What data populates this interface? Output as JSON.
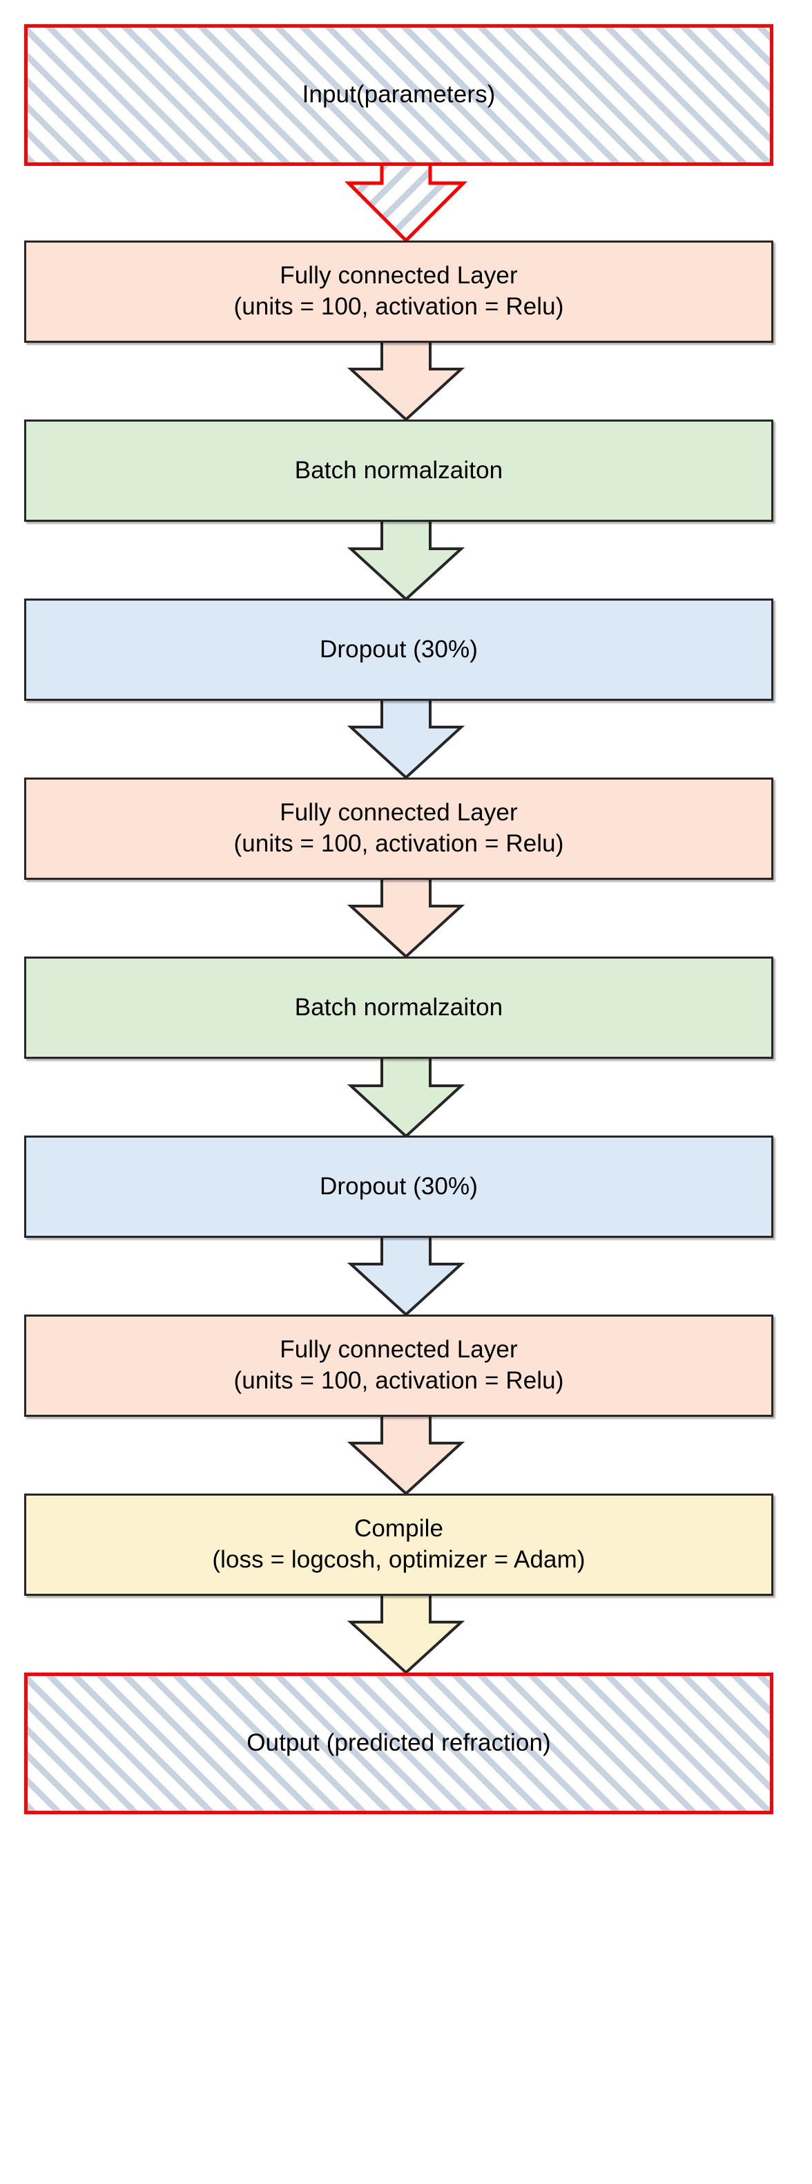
{
  "diagram": {
    "title": "Neural network model architecture flowchart",
    "type": "flowchart",
    "orientation": "top-to-bottom",
    "colors": {
      "terminal_border": "#fe0000",
      "terminal_hatch": "#c7d3df",
      "dense_fill": "#fce3d5",
      "batchnorm_fill": "#dbedd5",
      "dropout_fill": "#dbe9f7",
      "compile_fill": "#fdf2cf",
      "node_border": "#262626",
      "text": "#000000",
      "background": "#ffffff"
    },
    "nodes": [
      {
        "id": "input",
        "kind": "terminal",
        "style": "hatched",
        "label": "Input(parameters)"
      },
      {
        "id": "dense-1",
        "kind": "dense",
        "style": "fill-peach",
        "label": "Fully connected Layer\n(units = 100, activation = Relu)"
      },
      {
        "id": "batchnorm-1",
        "kind": "batchnorm",
        "style": "fill-green",
        "label": "Batch normalzaiton"
      },
      {
        "id": "dropout-1",
        "kind": "dropout",
        "style": "fill-blue",
        "label": "Dropout (30%)"
      },
      {
        "id": "dense-2",
        "kind": "dense",
        "style": "fill-peach",
        "label": "Fully connected Layer\n(units = 100, activation = Relu)"
      },
      {
        "id": "batchnorm-2",
        "kind": "batchnorm",
        "style": "fill-green",
        "label": "Batch normalzaiton"
      },
      {
        "id": "dropout-2",
        "kind": "dropout",
        "style": "fill-blue",
        "label": "Dropout (30%)"
      },
      {
        "id": "dense-3",
        "kind": "dense",
        "style": "fill-peach",
        "label": "Fully connected Layer\n(units = 100, activation = Relu)"
      },
      {
        "id": "compile",
        "kind": "compile",
        "style": "fill-yellow",
        "label": "Compile\n(loss = logcosh, optimizer = Adam)"
      },
      {
        "id": "output",
        "kind": "terminal",
        "style": "hatched",
        "label": "Output (predicted refraction)"
      }
    ],
    "edges": [
      {
        "id": "edge-input-dense1",
        "from": "input",
        "to": "dense-1",
        "style": "hatched-red"
      },
      {
        "id": "edge-dense1-bn1",
        "from": "dense-1",
        "to": "batchnorm-1",
        "style": "peach"
      },
      {
        "id": "edge-bn1-dropout1",
        "from": "batchnorm-1",
        "to": "dropout-1",
        "style": "green"
      },
      {
        "id": "edge-dropout1-dense2",
        "from": "dropout-1",
        "to": "dense-2",
        "style": "blue"
      },
      {
        "id": "edge-dense2-bn2",
        "from": "dense-2",
        "to": "batchnorm-2",
        "style": "peach"
      },
      {
        "id": "edge-bn2-dropout2",
        "from": "batchnorm-2",
        "to": "dropout-2",
        "style": "green"
      },
      {
        "id": "edge-dropout2-dense3",
        "from": "dropout-2",
        "to": "dense-3",
        "style": "blue"
      },
      {
        "id": "edge-dense3-compile",
        "from": "dense-3",
        "to": "compile",
        "style": "peach"
      },
      {
        "id": "edge-compile-output",
        "from": "compile",
        "to": "output",
        "style": "yellow"
      }
    ]
  }
}
